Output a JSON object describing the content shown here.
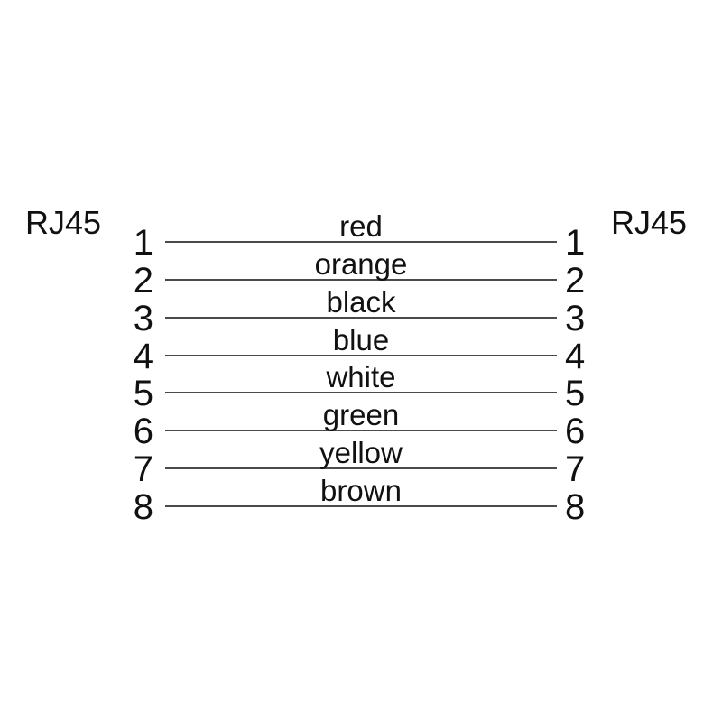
{
  "diagram": {
    "left_connector_label": "RJ45",
    "right_connector_label": "RJ45",
    "wires": [
      {
        "left_pin": "1",
        "color_label": "red",
        "right_pin": "1"
      },
      {
        "left_pin": "2",
        "color_label": "orange",
        "right_pin": "2"
      },
      {
        "left_pin": "3",
        "color_label": "black",
        "right_pin": "3"
      },
      {
        "left_pin": "4",
        "color_label": "blue",
        "right_pin": "4"
      },
      {
        "left_pin": "5",
        "color_label": "white",
        "right_pin": "5"
      },
      {
        "left_pin": "6",
        "color_label": "green",
        "right_pin": "6"
      },
      {
        "left_pin": "7",
        "color_label": "yellow",
        "right_pin": "7"
      },
      {
        "left_pin": "8",
        "color_label": "brown",
        "right_pin": "8"
      }
    ],
    "colors": {
      "background": "#ffffff",
      "wire_line": "#4a4a4a",
      "text": "#111111"
    }
  }
}
